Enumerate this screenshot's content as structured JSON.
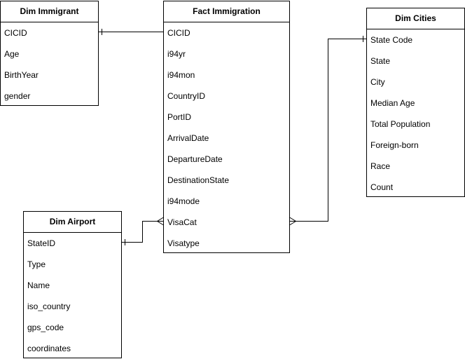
{
  "entities": {
    "dim_immigrant": {
      "title": "Dim Immigrant",
      "fields": [
        "CICID",
        "Age",
        "BirthYear",
        "gender"
      ]
    },
    "fact_immigration": {
      "title": "Fact Immigration",
      "fields": [
        "CICID",
        "i94yr",
        "i94mon",
        "CountryID",
        "PortID",
        "ArrivalDate",
        "DepartureDate",
        "DestinationState",
        "i94mode",
        "VisaCat",
        "Visatype"
      ]
    },
    "dim_cities": {
      "title": "Dim Cities",
      "fields": [
        "State Code",
        "State",
        "City",
        "Median Age",
        "Total Population",
        "Foreign-born",
        "Race",
        "Count"
      ]
    },
    "dim_airport": {
      "title": "Dim Airport",
      "fields": [
        "StateID",
        "Type",
        "Name",
        "iso_country",
        "gps_code",
        "coordinates"
      ]
    }
  }
}
